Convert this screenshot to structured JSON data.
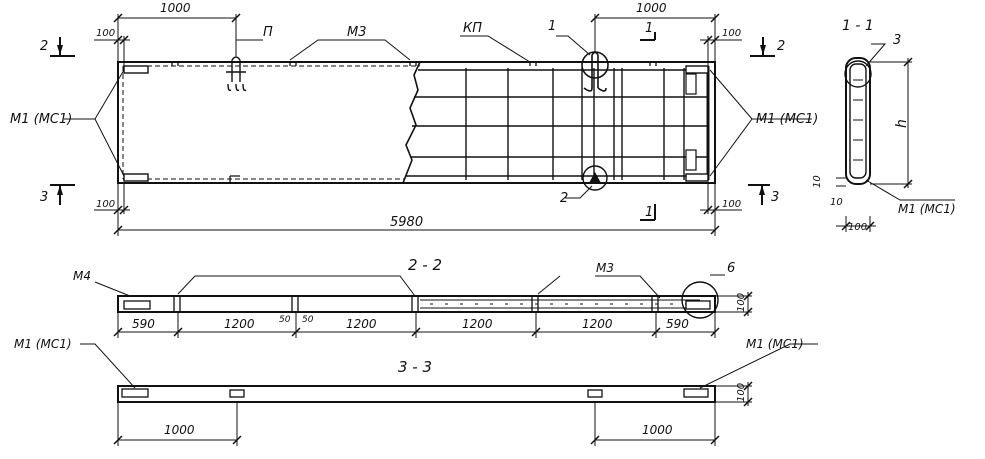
{
  "plan": {
    "dim_top_left": "1000",
    "dim_top_right": "1000",
    "dim_edge_top_left": "100",
    "dim_edge_top_right": "100",
    "dim_edge_bottom_left": "100",
    "dim_edge_bottom_right": "100",
    "dim_total": "5980",
    "label_loop": "П",
    "label_m3": "М3",
    "label_kp": "КП",
    "label_m1_left": "М1 (МС1)",
    "label_m1_right": "М1 (МС1)",
    "callout_1": "1",
    "callout_2": "2",
    "section_mark_2_num": "2",
    "section_mark_2_num_r": "2",
    "section_mark_3_num": "3",
    "section_mark_3_num_r": "3",
    "section_mark_1_num": "1",
    "section_mark_1_num_b": "1"
  },
  "section_1_1": {
    "title": "1 - 1",
    "callout_3": "3",
    "dim_h": "h",
    "dim_10": "10",
    "dim_10b": "10",
    "dim_100": "100",
    "label_m1": "М1 (МС1)"
  },
  "section_2_2": {
    "title": "2 - 2",
    "label_m4": "М4",
    "label_m3": "М3",
    "callout_6": "6",
    "dims": [
      "590",
      "1200",
      "50",
      "50",
      "1200",
      "1200",
      "1200",
      "590"
    ],
    "dim_height": "100"
  },
  "section_3_3": {
    "title": "3 - 3",
    "label_m1_left": "М1 (МС1)",
    "label_m1_right": "М1 (МС1)",
    "dim_left": "1000",
    "dim_right": "1000",
    "dim_height": "100"
  }
}
